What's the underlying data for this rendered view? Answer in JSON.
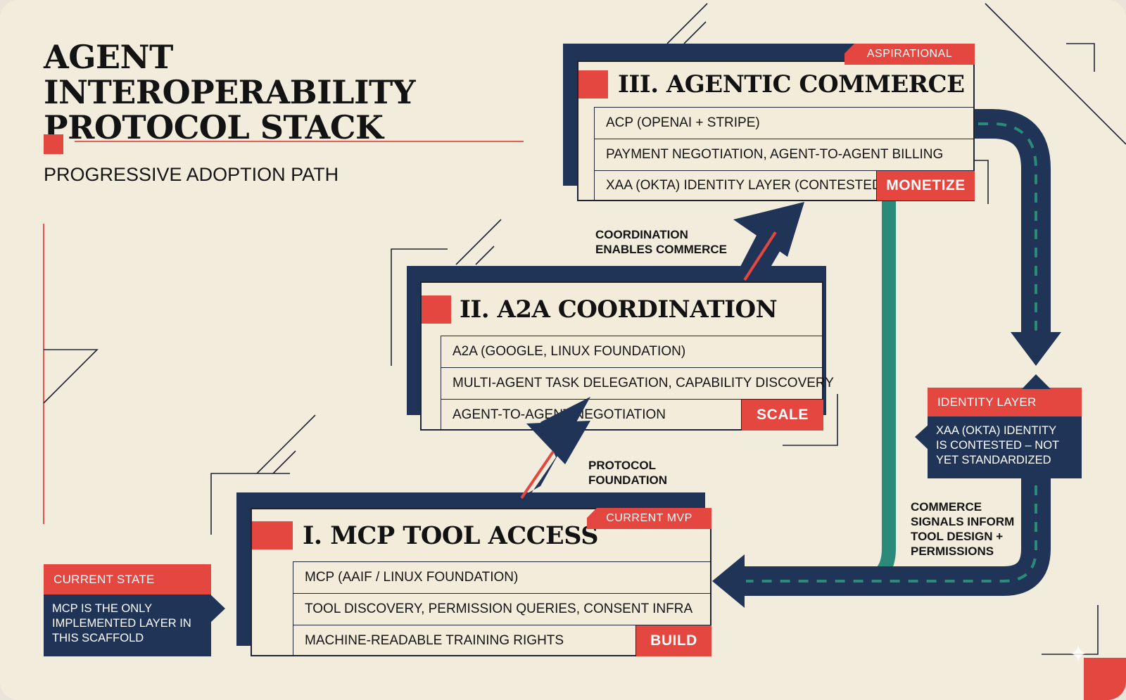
{
  "title": "AGENT INTEROPERABILITY PROTOCOL STACK",
  "subtitle": "PROGRESSIVE ADOPTION PATH",
  "layers": [
    {
      "title": "I. MCP TOOL ACCESS",
      "tag": "CURRENT MVP",
      "rows": [
        "MCP (AAIF / LINUX FOUNDATION)",
        "TOOL DISCOVERY, PERMISSION QUERIES, CONSENT INFRA",
        "MACHINE-READABLE TRAINING RIGHTS"
      ],
      "pill": "BUILD"
    },
    {
      "title": "II. A2A COORDINATION",
      "rows": [
        "A2A (GOOGLE, LINUX FOUNDATION)",
        "MULTI-AGENT TASK DELEGATION, CAPABILITY DISCOVERY",
        "AGENT-TO-AGENT NEGOTIATION"
      ],
      "pill": "SCALE"
    },
    {
      "title": "III. AGENTIC COMMERCE",
      "tag": "ASPIRATIONAL",
      "rows": [
        "ACP (OPENAI + STRIPE)",
        "PAYMENT NEGOTIATION, AGENT-TO-AGENT BILLING",
        "XAA (OKTA) IDENTITY LAYER (CONTESTED)"
      ],
      "pill": "MONETIZE"
    }
  ],
  "arrow_labels": {
    "protocol_foundation": "PROTOCOL\nFOUNDATION",
    "coordination": "COORDINATION\nENABLES COMMERCE",
    "feedback": "COMMERCE\nSIGNALS INFORM\nTOOL DESIGN +\nPERMISSIONS"
  },
  "callouts": {
    "current_state": {
      "heading": "CURRENT STATE",
      "body": "MCP IS THE ONLY\nIMPLEMENTED LAYER IN\nTHIS SCAFFOLD"
    },
    "identity_layer": {
      "heading": "IDENTITY LAYER",
      "body": "XAA (OKTA) IDENTITY\nIS CONTESTED – NOT\nYET STANDARDIZED"
    }
  },
  "colors": {
    "accent": "#e4473f",
    "navy": "#1f3456",
    "teal": "#2c8a7b",
    "paper": "#f2ecdc",
    "ink": "#141414"
  }
}
